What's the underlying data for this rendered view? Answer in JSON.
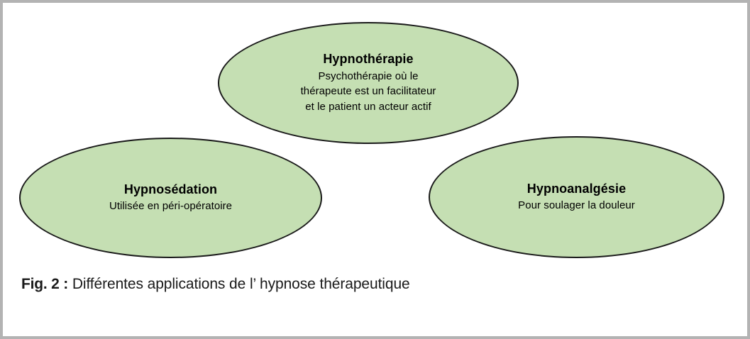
{
  "figure": {
    "background_color": "#ffffff",
    "frame_color": "#b3b3b3",
    "node_fill_color": "#c5dfb3",
    "node_stroke_color": "#1a1a1a",
    "text_color": "#000000"
  },
  "nodes": [
    {
      "id": "hypnotherapie",
      "title": "Hypnothérapie",
      "description_lines": [
        "Psychothérapie où le",
        "thérapeute est un facilitateur",
        "et le patient un acteur actif"
      ]
    },
    {
      "id": "hypnosedation",
      "title": "Hypnosédation",
      "description_lines": [
        "Utilisée en péri-opératoire"
      ]
    },
    {
      "id": "hypnoanalgesie",
      "title": "Hypnoanalgésie",
      "description_lines": [
        "Pour soulager la douleur"
      ]
    }
  ],
  "caption": {
    "label": "Fig. 2 :",
    "text": " Différentes applications de l’ hypnose thérapeutique"
  }
}
